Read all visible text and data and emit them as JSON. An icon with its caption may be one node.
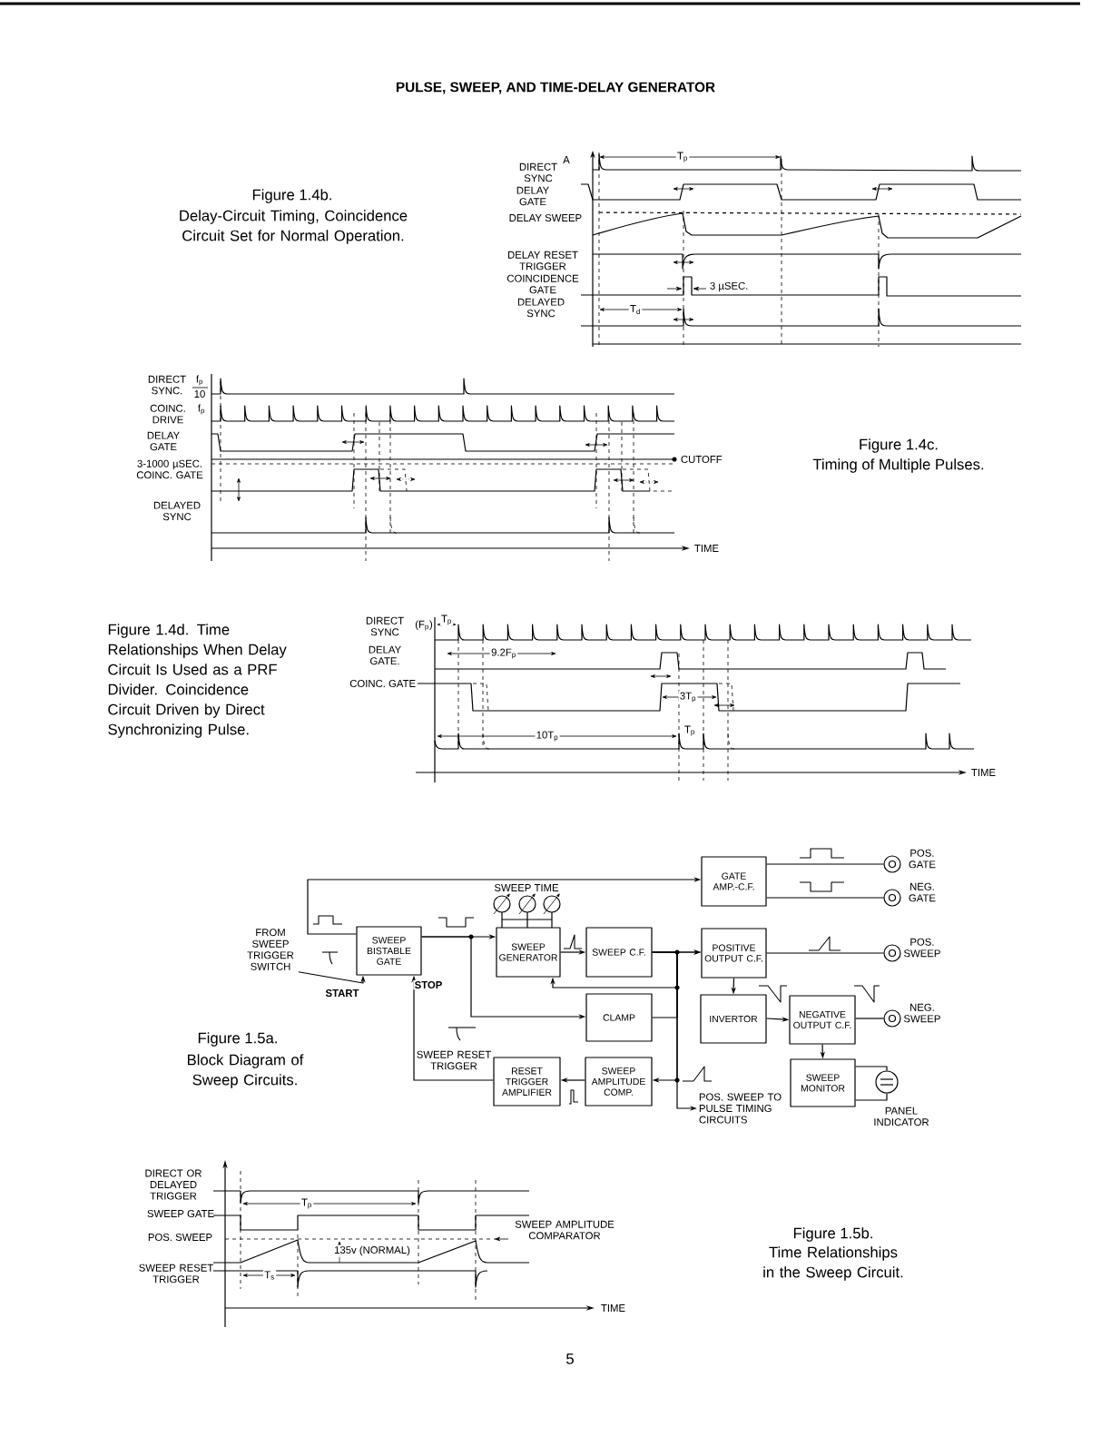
{
  "diagram": {
    "title": "PULSE, SWEEP, AND TIME-DELAY GENERATOR",
    "nodes": [
      {
        "text": [
          "GATE AMP.-C.F."
        ]
      },
      {
        "text": [
          "SWEEP BISTABLE GATE"
        ]
      },
      {
        "text": [
          "SWEEP GENERATOR"
        ]
      },
      {
        "text": [
          "SWEEP C.F."
        ]
      },
      {
        "text": [
          "POSITIVE OUTPUT C.F."
        ]
      },
      {
        "text": [
          "CLAMP"
        ]
      },
      {
        "text": [
          "INVERTOR"
        ]
      },
      {
        "text": [
          "NEGATIVE OUTPUT C.F."
        ]
      },
      {
        "text": [
          "RESET TRIGGER AMPLIFIER"
        ]
      },
      {
        "text": [
          "SWEEP AMPLITUDE COMP."
        ]
      },
      {
        "text": [
          "SWEEP MONITOR"
        ]
      },
      {
        "text": [],
        "shape": "circle",
        "beside": [
          "POS. GATE"
        ]
      },
      {
        "text": [],
        "shape": "circle",
        "beside": [
          "NEG. GATE"
        ]
      },
      {
        "text": [],
        "shape": "circle",
        "beside": [
          "POS. SWEEP"
        ]
      },
      {
        "text": [],
        "shape": "circle",
        "beside": [
          "NEG. SWEEP"
        ]
      },
      {
        "text": [
          "FROM SWEEP TRIGGER SWITCH"
        ]
      },
      {
        "text": [],
        "shape": "circle",
        "beside": [
          "PANEL INDICATOR"
        ]
      },
      {
        "text": [
          "POS. SWEEP TO PULSE TIMING CIRCUITS"
        ]
      }
    ],
    "edges": [
      {
        "from": 1,
        "to": 0,
        "arrow": "to"
      },
      {
        "from": 15,
        "to": 1,
        "arrow": "to",
        "label": "START"
      },
      {
        "from": 1,
        "to": 2,
        "arrow": "to"
      },
      {
        "from": 1,
        "to": 5,
        "arrow": "to"
      },
      {
        "from": 2,
        "to": 3,
        "arrow": "to"
      },
      {
        "from": 3,
        "to": 4,
        "arrow": "to"
      },
      {
        "from": 3,
        "to": 2,
        "arrow": "to"
      },
      {
        "from": 5,
        "to": 4,
        "arrow": "to"
      },
      {
        "from": 3,
        "to": 9,
        "arrow": "to"
      },
      {
        "from": 3,
        "to": 17,
        "arrow": "to"
      },
      {
        "from": 9,
        "to": 8,
        "arrow": "to"
      },
      {
        "from": 8,
        "to": 1,
        "arrow": "to",
        "label": "STOP"
      },
      {
        "from": 0,
        "to": 11,
        "arrow": "none"
      },
      {
        "from": 0,
        "to": 12,
        "arrow": "none"
      },
      {
        "from": 4,
        "to": 13,
        "arrow": "none"
      },
      {
        "from": 4,
        "to": 6,
        "arrow": "to"
      },
      {
        "from": 6,
        "to": 7,
        "arrow": "to"
      },
      {
        "from": 7,
        "to": 14,
        "arrow": "none"
      },
      {
        "from": 7,
        "to": 10,
        "arrow": "to"
      },
      {
        "from": 10,
        "to": 16,
        "arrow": "none"
      },
      {
        "from": 10,
        "to": 16,
        "arrow": "none"
      }
    ],
    "labels": [
      "Figure 1.4b.",
      "Delay-Circuit Timing, Coincidence Circuit Set for Normal Operation.",
      "A",
      "DIRECT SYNC",
      "T$_{p}$",
      "DELAY GATE",
      "DELAY SWEEP",
      "DELAY RESET TRIGGER",
      "COINCIDENCE GATE",
      "3 µSEC.",
      "DELAYED SYNC",
      "T$_{d}$",
      "DIRECT SYNC.",
      "f$_{p}$",
      "10",
      "COINC. DRIVE",
      "f$_{p}$",
      "DELAY GATE",
      "3-1000 µSEC. COINC. GATE",
      "CUTOFF",
      "DELAYED SYNC",
      "TIME",
      "Figure 1.4c.",
      "Timing of Multiple Pulses.",
      "Figure 1.4d. Time Relationships When Delay Circuit Is Used as a PRF Divider. Coincidence Circuit Driven by Direct Synchronizing Pulse.",
      "DIRECT SYNC",
      "(F$_{p}$)",
      "T$_{p}$",
      "DELAY GATE.",
      "9.2F$_{p}$",
      "COINC. GATE",
      "3T$_{p}$",
      "10T$_{p}$",
      "T$_{p}$",
      "TIME",
      "SWEEP TIME",
      "SWEEP RESET TRIGGER",
      "Figure 1.5a.",
      "Block Diagram of Sweep Circuits.",
      "DIRECT OR DELAYED TRIGGER",
      "T$_{p}$",
      "SWEEP GATE",
      "POS. SWEEP",
      "SWEEP AMPLITUDE COMPARATOR",
      "135v (NORMAL)",
      "SWEEP RESET TRIGGER",
      "T$_{s}$",
      "TIME",
      "Figure 1.5b.",
      "Time Relationships in the Sweep Circuit.",
      "5"
    ]
  }
}
